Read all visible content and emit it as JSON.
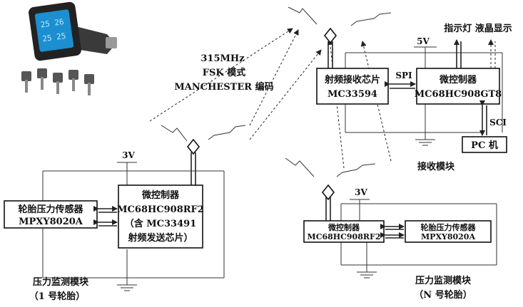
{
  "colors": {
    "line": "#333333",
    "text": "#111111",
    "screen": "#1b8fd0"
  },
  "illustration": {
    "name": "tpms-device-photo",
    "icons": [
      "car-charger-display-icon",
      "valve-sensor-icon"
    ]
  },
  "transmission": {
    "freq": "315MHz",
    "mode": "FSK 模式",
    "coding": "MANCHESTER 编码"
  },
  "receiver": {
    "rf_chip": {
      "label": "射频接收芯片",
      "model": "MC33594"
    },
    "mcu": {
      "label": "微控制器",
      "model": "MC68HC908GT8"
    },
    "spi": "SPI",
    "sci": "SCI",
    "supply": "5V",
    "outputs": "指示灯 液晶显示",
    "pc": "PC 机",
    "module_label": "接收模块"
  },
  "monitor1": {
    "sensor": {
      "label": "轮胎压力传感器",
      "model": "MPXY8020A"
    },
    "mcu": {
      "label": "微控制器",
      "model": "MC68HC908RF2",
      "note1": "（含 MC33491",
      "note2": "射频发送芯片）"
    },
    "supply": "3V",
    "module_label": "压力监测模块",
    "tire": "（1 号轮胎）"
  },
  "monitorN": {
    "sensor": {
      "label": "轮胎压力传感器",
      "model": "MPXY8020A"
    },
    "mcu": {
      "label": "微控制器",
      "model": "MC68HC908RF2"
    },
    "supply": "3V",
    "module_label": "压力监测模块",
    "tire": "（N 号轮胎）"
  }
}
